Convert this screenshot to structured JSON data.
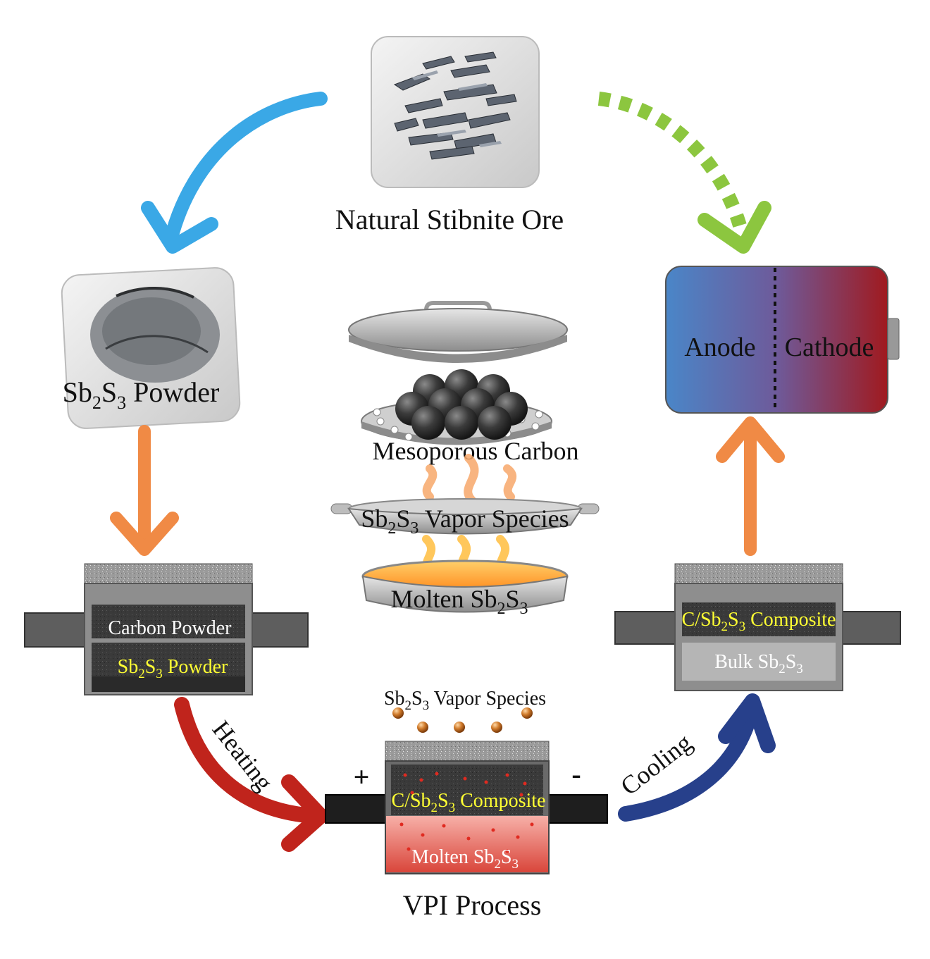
{
  "labels": {
    "ore": "Natural Stibnite Ore",
    "powder_prefix": "Sb",
    "powder_sub1": "2",
    "powder_mid": "S",
    "powder_sub2": "3",
    "powder_suffix": " Powder",
    "anode": "Anode",
    "cathode": "Cathode",
    "mesoporous_carbon": "Mesoporous Carbon",
    "vapor_species": " Vapor Species",
    "molten": "Molten Sb",
    "carbon_powder": "Carbon Powder",
    "composite_prefix": "C/Sb",
    "composite_suffix": " Composite",
    "bulk": "Bulk Sb",
    "vpi_process": "VPI Process",
    "heating": "Heating",
    "cooling": "Cooling",
    "plus": "+",
    "minus": "-"
  },
  "colors": {
    "blue_arrow": "#3aa8e6",
    "green_arrow": "#8cc63f",
    "orange_arrow": "#f08a45",
    "red_arrow": "#c0241c",
    "navy_arrow": "#27408b",
    "anode": "#4a86c8",
    "cathode": "#a01a1f",
    "yellow_text": "#ffff33"
  }
}
